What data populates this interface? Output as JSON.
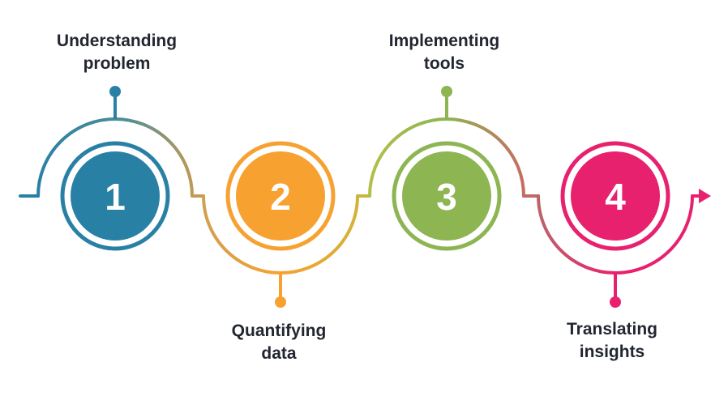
{
  "steps": [
    {
      "number": "1",
      "label_line1": "Understanding",
      "label_line2": "problem",
      "color": "#2980a5"
    },
    {
      "number": "2",
      "label_line1": "Quantifying",
      "label_line2": "data",
      "color": "#f7a130"
    },
    {
      "number": "3",
      "label_line1": "Implementing",
      "label_line2": "tools",
      "color": "#8db552"
    },
    {
      "number": "4",
      "label_line1": "Translating",
      "label_line2": "insights",
      "color": "#e8216f"
    }
  ]
}
